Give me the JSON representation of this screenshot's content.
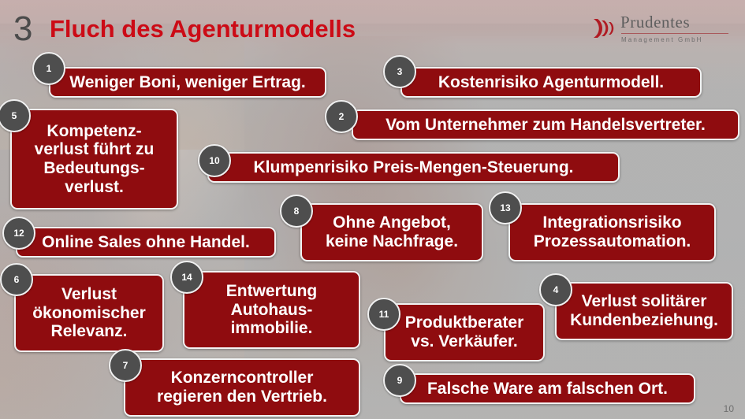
{
  "header": {
    "number": "3",
    "title": "Fluch des Agenturmodells"
  },
  "logo": {
    "name": "Prudentes",
    "subtitle": "Management GmbH",
    "icon": "sound-waves-icon",
    "accent_color": "#a9595c"
  },
  "colors": {
    "box_red": "#8f0c0f",
    "title_red": "#cc0b16",
    "badge_gray": "#4e4e4e",
    "header_num_gray": "#4b4b4b"
  },
  "boxes": [
    {
      "badge": "1",
      "lines": [
        "Weniger Boni, weniger Ertrag."
      ]
    },
    {
      "badge": "3",
      "lines": [
        "Kostenrisiko Agenturmodell."
      ]
    },
    {
      "badge": "5",
      "lines": [
        "Kompetenz-",
        "verlust führt zu",
        "Bedeutungs-",
        "verlust."
      ]
    },
    {
      "badge": "2",
      "lines": [
        "Vom Unternehmer zum Handelsvertreter."
      ]
    },
    {
      "badge": "10",
      "lines": [
        "Klumpenrisiko Preis-Mengen-Steuerung."
      ]
    },
    {
      "badge": "8",
      "lines": [
        "Ohne Angebot,",
        "keine Nachfrage."
      ]
    },
    {
      "badge": "13",
      "lines": [
        "Integrationsrisiko",
        "Prozessautomation."
      ]
    },
    {
      "badge": "12",
      "lines": [
        "Online Sales ohne Handel."
      ]
    },
    {
      "badge": "6",
      "lines": [
        "Verlust",
        "ökonomischer",
        "Relevanz."
      ]
    },
    {
      "badge": "14",
      "lines": [
        "Entwertung",
        "Autohaus-",
        "immobilie."
      ]
    },
    {
      "badge": "11",
      "lines": [
        "Produktberater",
        "vs. Verkäufer."
      ]
    },
    {
      "badge": "4",
      "lines": [
        "Verlust solitärer",
        "Kundenbeziehung."
      ]
    },
    {
      "badge": "7",
      "lines": [
        "Konzerncontroller",
        "regieren den Vertrieb."
      ]
    },
    {
      "badge": "9",
      "lines": [
        "Falsche Ware am falschen Ort."
      ]
    }
  ],
  "footer": {
    "slide_number": "10"
  }
}
